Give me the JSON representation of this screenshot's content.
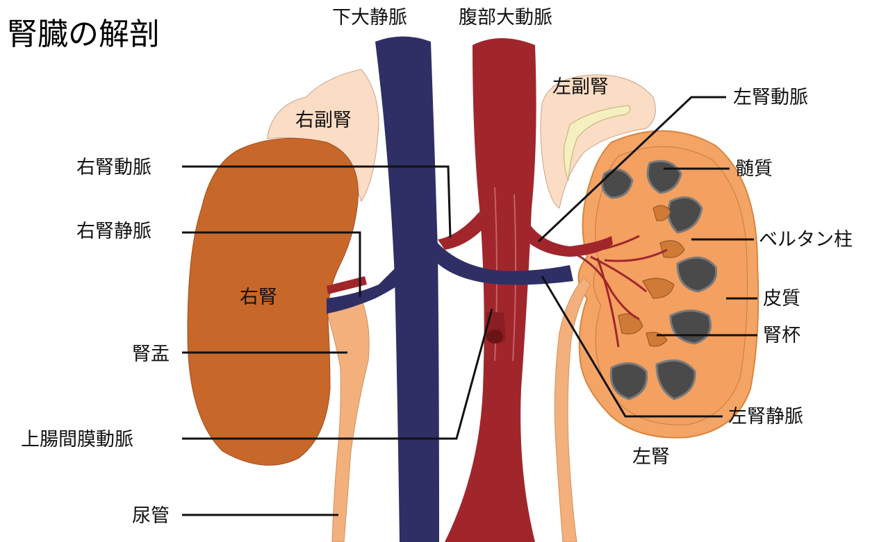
{
  "title": "腎臓の解剖",
  "labels": {
    "ivc": "下大静脈",
    "aorta": "腹部大動脈",
    "right_adrenal": "右副腎",
    "left_adrenal": "左副腎",
    "right_renal_artery": "右腎動脈",
    "right_renal_vein": "右腎静脈",
    "right_kidney": "右腎",
    "renal_pelvis": "腎盂",
    "sma": "上腸間膜動脈",
    "ureter": "尿管",
    "left_renal_artery": "左腎動脈",
    "medulla": "髄質",
    "column_bertin": "ベルタン柱",
    "cortex": "皮質",
    "calyx": "腎杯",
    "left_renal_vein": "左腎静脈",
    "left_kidney": "左腎"
  },
  "colors": {
    "vein": "#2f2f66",
    "artery": "#a0262c",
    "right_kidney": "#c8672a",
    "adrenal": "#fbdcc4",
    "ureter": "#f4b07c",
    "cortex": "#f4a566",
    "medulla_pyramid": "#4a4a4a",
    "inner_adrenal": "#f6f0c0"
  }
}
